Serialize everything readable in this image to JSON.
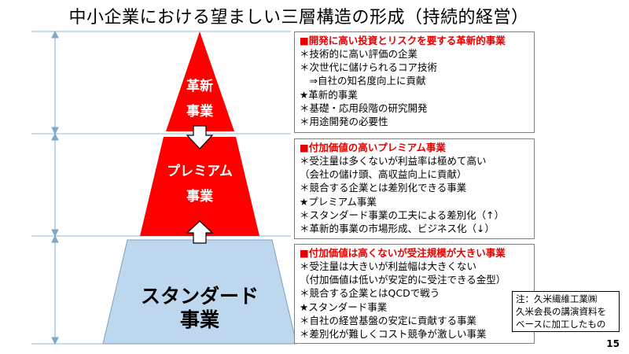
{
  "title": "中小企業における望ましい三層構造の形成（持続的経営）",
  "tiers": {
    "top": {
      "line1": "革新",
      "line2": "事業"
    },
    "middle": {
      "line1": "プレミアム",
      "line2": "事業"
    },
    "bottom": {
      "line1": "スタンダード",
      "line2": "事業"
    }
  },
  "boxes": [
    {
      "heading": "■開発に高い投資とリスクを要する革新的事業",
      "lines": [
        "＊技術的に高い評価の企業",
        "＊次世代に儲けられるコア技術",
        "　⇒自社の知名度向上に貢献",
        "★革新的事業",
        "＊基礎・応用段階の研究開発",
        "＊用途開発の必要性"
      ]
    },
    {
      "heading": "■付加価値の高いプレミアム事業",
      "lines": [
        "＊受注量は多くないが利益率は極めて高い",
        "（会社の儲け頭、高収益向上に貢献）",
        "＊競合する企業とは差別化できる事業",
        "★プレミアム事業",
        "＊スタンダード事業の工夫による差別化（↑）",
        "＊革新的事業の市場形成、ビジネス化（↓）"
      ]
    },
    {
      "heading": "■付加価値は高くないが受注規模が大きい事業",
      "lines": [
        "＊受注量は大きいが利益幅は大きくない",
        "（付加価値は低いが安定的に受注できる金型）",
        "＊競合する企業とはQCDで戦う",
        "★スタンダード事業",
        "＊自社の経営基盤の安定に貢献する事業",
        "＊差別化が難しくコスト競争が激しい事業"
      ]
    }
  ],
  "note": {
    "line1": "注：久米繊維工業㈱",
    "line2": "久米会長の講演資料を",
    "line3": "ベースに加工したもの"
  },
  "page_number": "15",
  "colors": {
    "red": "#ff0000",
    "blue": "#bdd7ee",
    "heading_red": "#e60000",
    "guide": "#a6c8e0"
  }
}
